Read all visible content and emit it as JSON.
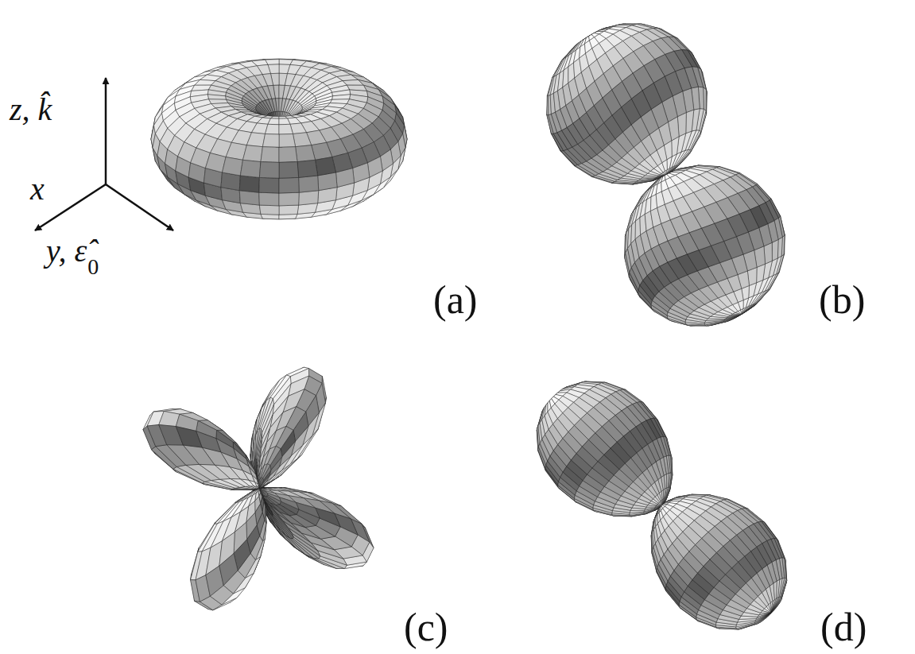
{
  "diagram": {
    "labels": [
      "z, k̂",
      "x",
      "y, ε̂",
      "0",
      "(a)",
      "(b)",
      "(c)",
      "(d)"
    ]
  }
}
